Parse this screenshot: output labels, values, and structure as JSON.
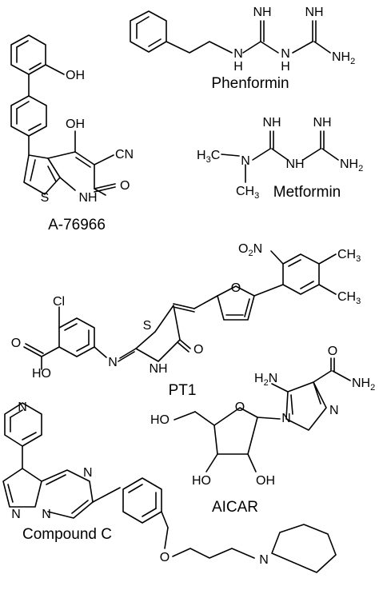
{
  "compounds": {
    "phenformin": {
      "name": "Phenformin",
      "atoms": {
        "nh_top_1": "NH",
        "nh_top_2": "NH",
        "n_h_1": "N",
        "n_h_1_h": "H",
        "n_h_2": "N",
        "n_h_2_h": "H",
        "nh2": "NH",
        "nh2_sub": "2"
      }
    },
    "metformin": {
      "name": "Metformin",
      "atoms": {
        "nh_top_1": "NH",
        "nh_top_2": "NH",
        "h3c": "H",
        "h3c_sub": "3",
        "h3c_c": "C",
        "n": "N",
        "ch3": "CH",
        "ch3_sub": "3",
        "nh": "NH",
        "nh2": "NH",
        "nh2_sub": "2"
      }
    },
    "a76966": {
      "name": "A-76966",
      "atoms": {
        "oh_phenol": "OH",
        "oh": "OH",
        "cn": "CN",
        "s": "S",
        "nh": "NH",
        "o": "O"
      }
    },
    "pt1": {
      "name": "PT1",
      "atoms": {
        "cl": "Cl",
        "o_acid": "O",
        "ho": "HO",
        "n": "N",
        "s": "S",
        "nh": "NH",
        "o_keto": "O",
        "o_furan": "O",
        "no2_o": "O",
        "no2_sub": "2",
        "no2_n": "N",
        "ch3_top": "CH",
        "ch3_top_sub": "3",
        "ch3_bottom": "CH",
        "ch3_bottom_sub": "3"
      }
    },
    "aicar": {
      "name": "AICAR",
      "atoms": {
        "h2n": "H",
        "h2n_sub": "2",
        "h2n_n": "N",
        "o_amide": "O",
        "nh2": "NH",
        "nh2_sub": "2",
        "n_ring_1": "N",
        "n_ring_2": "N",
        "o_ring": "O",
        "ho_1": "HO",
        "ho_2": "HO",
        "oh": "OH"
      }
    },
    "compound_c": {
      "name": "Compound C",
      "atoms": {
        "n_pyridine": "N",
        "n_pyrimidine": "N",
        "n_1": "N",
        "n_2": "N",
        "o": "O",
        "n_piperidine": "N"
      }
    }
  }
}
